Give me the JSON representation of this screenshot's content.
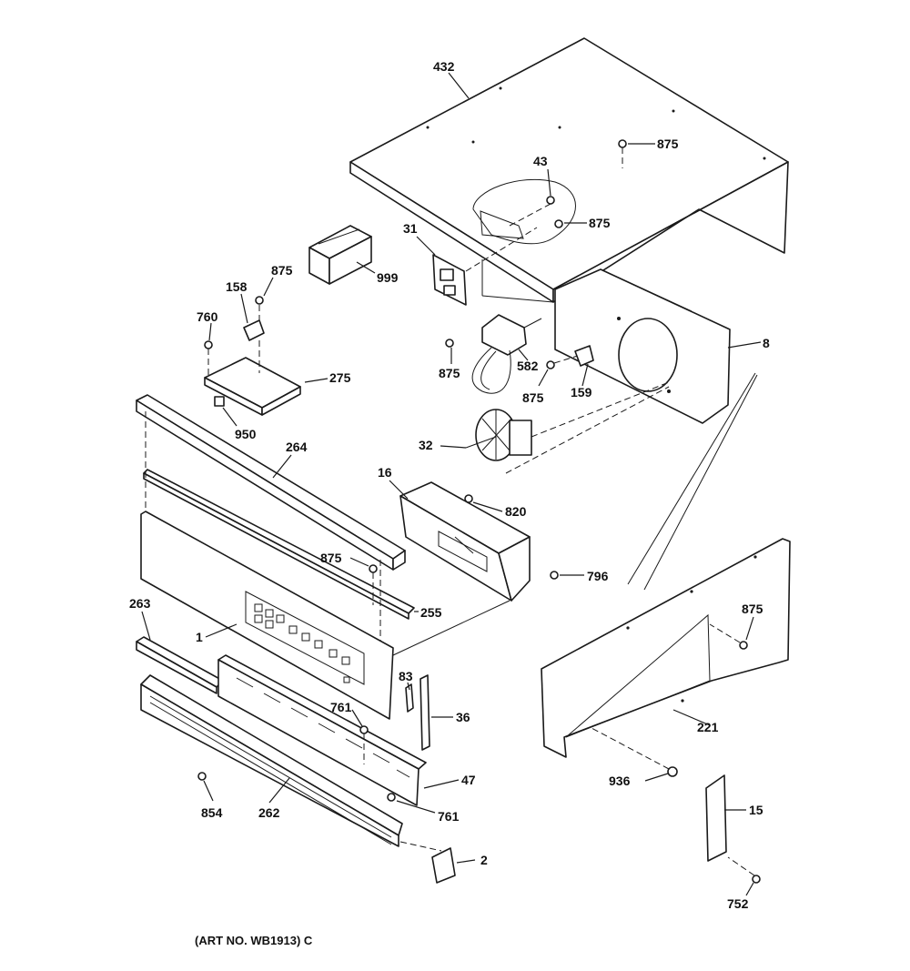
{
  "caption": "(ART NO. WB1913) C",
  "labels": {
    "p432": "432",
    "p875a": "875",
    "p43": "43",
    "p875b": "875",
    "p31": "31",
    "p999": "999",
    "p875c": "875",
    "p158": "158",
    "p760": "760",
    "p275": "275",
    "p950": "950",
    "p8": "8",
    "p875d": "875",
    "p582": "582",
    "p875e": "875",
    "p159": "159",
    "p264": "264",
    "p32": "32",
    "p16": "16",
    "p820": "820",
    "p875f": "875",
    "p796": "796",
    "p255": "255",
    "p263": "263",
    "p1": "1",
    "p875g": "875",
    "p83": "83",
    "p761a": "761",
    "p36": "36",
    "p221": "221",
    "p47": "47",
    "p936": "936",
    "p854": "854",
    "p262": "262",
    "p761b": "761",
    "p15": "15",
    "p2": "2",
    "p752": "752"
  }
}
